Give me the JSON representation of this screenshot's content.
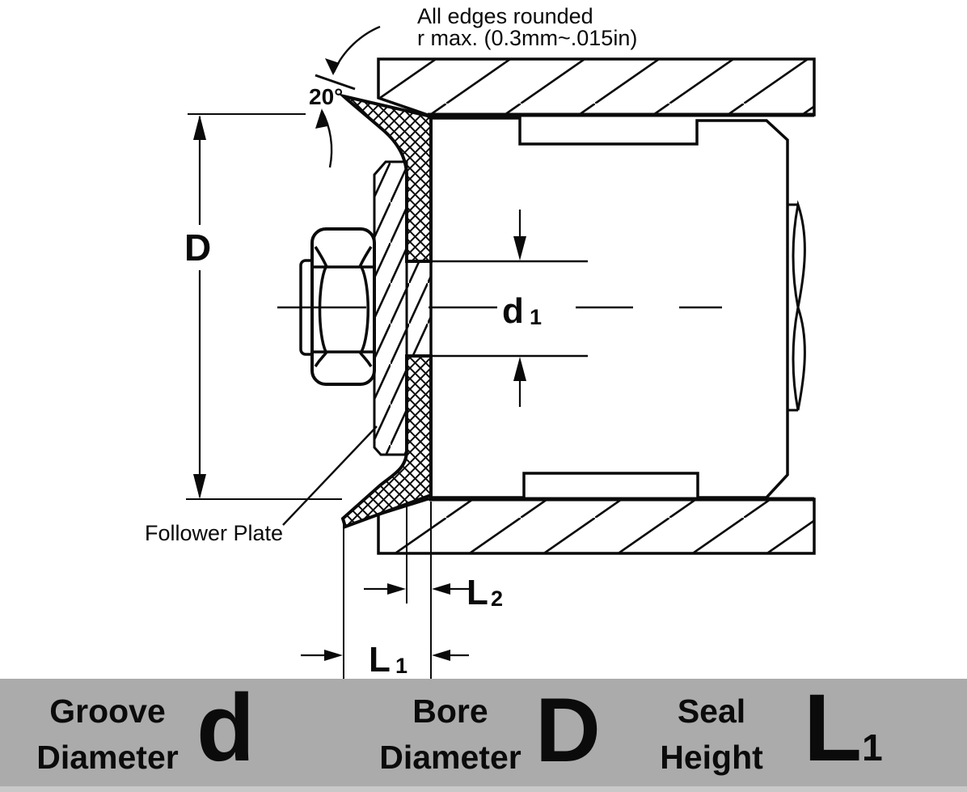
{
  "drawing": {
    "note_line1": "All edges rounded",
    "note_line2": "r max. (0.3mm~.015in)",
    "angle_label": "20°",
    "follower_plate_label": "Follower Plate",
    "dims": {
      "D": "D",
      "d1_base": "d",
      "d1_sub": "1",
      "L1_base": "L",
      "L1_sub": "1",
      "L2_base": "L",
      "L2_sub": "2"
    }
  },
  "legend": {
    "items": [
      {
        "line1": "Groove",
        "line2": "Diameter",
        "symbol": "d",
        "symbol_sub": ""
      },
      {
        "line1": "Bore",
        "line2": "Diameter",
        "symbol": "D",
        "symbol_sub": ""
      },
      {
        "line1": "Seal",
        "line2": "Height",
        "symbol": "L",
        "symbol_sub": "1"
      }
    ]
  },
  "colors": {
    "ink": "#0a0a0a",
    "paper": "#ffffff",
    "legend_bg": "#ababab",
    "legend_strip": "#c8c8c8"
  }
}
